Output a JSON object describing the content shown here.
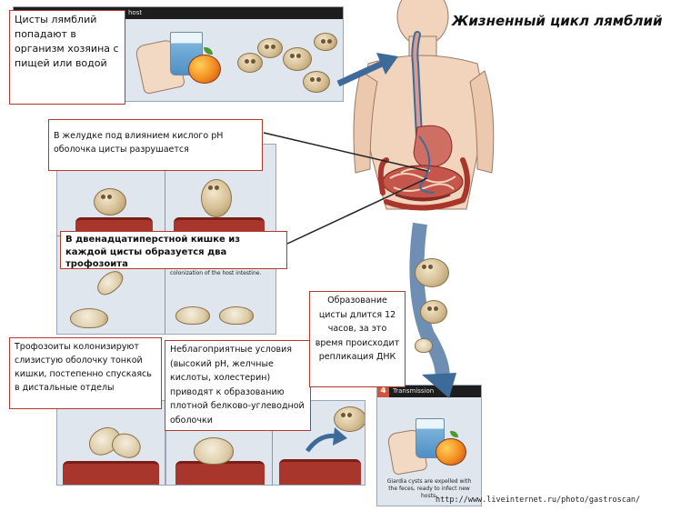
{
  "title": "Жизненный цикл лямблий",
  "panels": {
    "host_bar": "host",
    "intestine_caption": "colonization of the host intestine.",
    "transmission_number": "4",
    "transmission_bar": "Transmission",
    "transmission_caption": "Giardia cysts are expelled with the feces, ready to infect new hosts."
  },
  "labels": {
    "ingestion": "Цисты лямблий попадают в организм хозяина с пищей или водой",
    "stomach": "В желудке под влиянием кислого pH оболочка цисты разрушается",
    "duodenum": "В двенадцатиперстной кишке из каждой цисты образуется два трофозоита",
    "colonization": "Трофозоиты колонизируют слизистую оболочку тонкой кишки, постепенно спускаясь в дистальные отделы",
    "encystment": "Неблагоприятные условия (высокий pH, желчные кислоты, холестерин) приводят к образованию плотной белково-углеводной оболочки",
    "cyst_formation": "Образование цисты длится 12 часов, за это время происходит репликация ДНК"
  },
  "watermark": "http://www.liveinternet.ru/photo/gastroscan/",
  "colors": {
    "label_border": "#b23a2e",
    "arrow": "#3e6a9a",
    "tissue": "#a9362d",
    "panel_bg": "#dfe6ee",
    "skin": "#f2d4bd"
  }
}
